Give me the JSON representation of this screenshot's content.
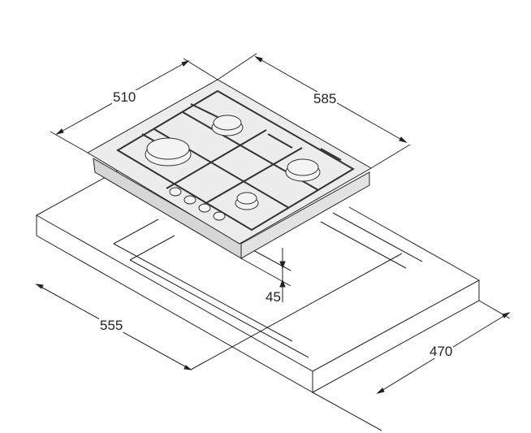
{
  "title": "Gas hob built-in dimensions",
  "dimensions": {
    "hob_depth": "510",
    "hob_width": "585",
    "hob_height": "45",
    "cutout_width": "555",
    "cutout_depth": "470"
  },
  "colors": {
    "line": "#222222",
    "hob_face": "#ececec",
    "hob_side": "#d6d6d6"
  }
}
